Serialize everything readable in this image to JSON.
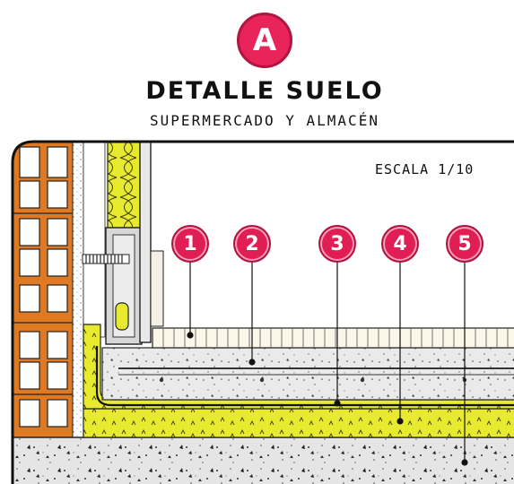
{
  "header": {
    "badge": "A",
    "title": "DETALLE SUELO",
    "subtitle": "SUPERMERCADO Y ALMACÉN"
  },
  "drawing": {
    "scale_label": "ESCALA 1/10",
    "markers": [
      "1",
      "2",
      "3",
      "4",
      "5"
    ],
    "colors": {
      "marker": "#e01e55",
      "insulation_yellow": "#e7ea2f",
      "brick_orange": "#e07a22",
      "concrete": "#e4e4e4",
      "frame": "#111111"
    }
  }
}
